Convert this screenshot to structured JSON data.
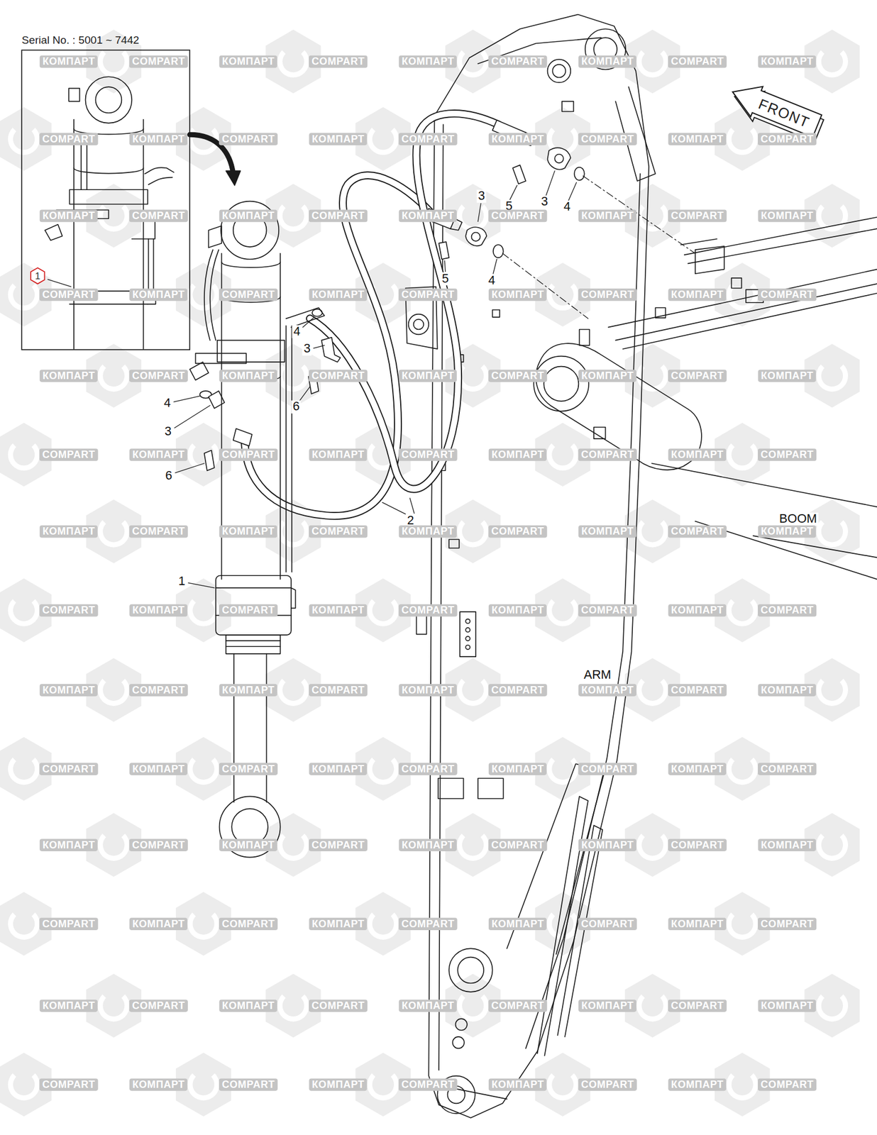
{
  "diagram": {
    "nodes": [
      {
        "text": [
          "Serial No. : 5001 ~ 7442"
        ]
      },
      {
        "text": [
          "1"
        ],
        "in": 0
      },
      {
        "text": [
          "FRONT"
        ]
      }
    ],
    "labels": [
      "3",
      "5",
      "3",
      "4",
      "5",
      "4",
      "4",
      "3",
      "6",
      "4",
      "3",
      "6",
      "2",
      "1",
      "BOOM",
      "ARM",
      "КОМПАРТ",
      "COMPART",
      "КОМПАРТ",
      "COMPART",
      "КОМПАРТ",
      "COMPART",
      "КОМПАРТ",
      "COMPART",
      "КОМПАРТ",
      "COMPART",
      "КОМПАРТ",
      "COMPART",
      "КОМПАРТ",
      "COMPART",
      "КОМПАРТ",
      "COMPART",
      "КОМПАРТ",
      "COMPART",
      "КОМПАРТ",
      "COMPART",
      "КОМПАРТ",
      "COMPART",
      "КОМПАРТ",
      "COMPART",
      "КОМПАРТ",
      "COMPART",
      "КОМПАРТ",
      "COMPART",
      "КОМПАРТ",
      "COMPART",
      "КОМПАРТ",
      "COMPART",
      "КОМПАРТ",
      "COMPART",
      "КОМПАРТ",
      "COMPART",
      "КОМПАРТ",
      "COMPART",
      "КОМПАРТ",
      "COMPART",
      "КОМПАРТ",
      "COMPART",
      "КОМПАРТ",
      "COMPART",
      "КОМПАРТ",
      "COMPART",
      "КОМПАРТ",
      "COMPART",
      "КОМПАРТ",
      "COMPART",
      "КОМПАРТ",
      "COMPART",
      "КОМПАРТ",
      "COMPART",
      "КОМПАРТ",
      "COMPART",
      "КОМПАРТ",
      "COMPART",
      "КОМПАРТ",
      "COMPART",
      "КОМПАРТ",
      "COMPART",
      "КОМПАРТ",
      "COMPART",
      "КОМПАРТ",
      "COMPART",
      "КОМПАРТ",
      "COMPART",
      "КОМПАРТ",
      "COMPART",
      "КОМПАРТ",
      "COMPART",
      "КОМПАРТ",
      "COMPART",
      "КОМПАРТ",
      "COMPART",
      "КОМПАРТ",
      "COMPART",
      "КОМПАРТ",
      "COMPART",
      "КОМПАРТ",
      "COMPART",
      "КОМПАРТ",
      "COMPART",
      "КОМПАРТ",
      "COMPART",
      "КОМПАРТ",
      "COMPART",
      "КОМПАРТ",
      "COMPART",
      "КОМПАРТ",
      "COMPART",
      "КОМПАРТ",
      "COMPART",
      "КОМПАРТ",
      "COMPART",
      "КОМПАРТ",
      "COMPART",
      "КОМПАРТ",
      "COMPART",
      "КОМПАРТ",
      "COMPART",
      "КОМПАРТ",
      "COMPART",
      "КОМПАРТ",
      "COMPART",
      "КОМПАРТ",
      "COMPART",
      "КОМПАРТ",
      "COMPART",
      "КОМПАРТ",
      "COMPART",
      "КОМПАРТ",
      "COMPART",
      "КОМПАРТ",
      "COMPART",
      "КОМПАРТ",
      "COMPART",
      "КОМПАРТ",
      "COMPART",
      "КОМПАРТ",
      "COMPART",
      "КОМПАРТ",
      "COMPART",
      "КОМПАРТ",
      "COMPART"
    ]
  }
}
